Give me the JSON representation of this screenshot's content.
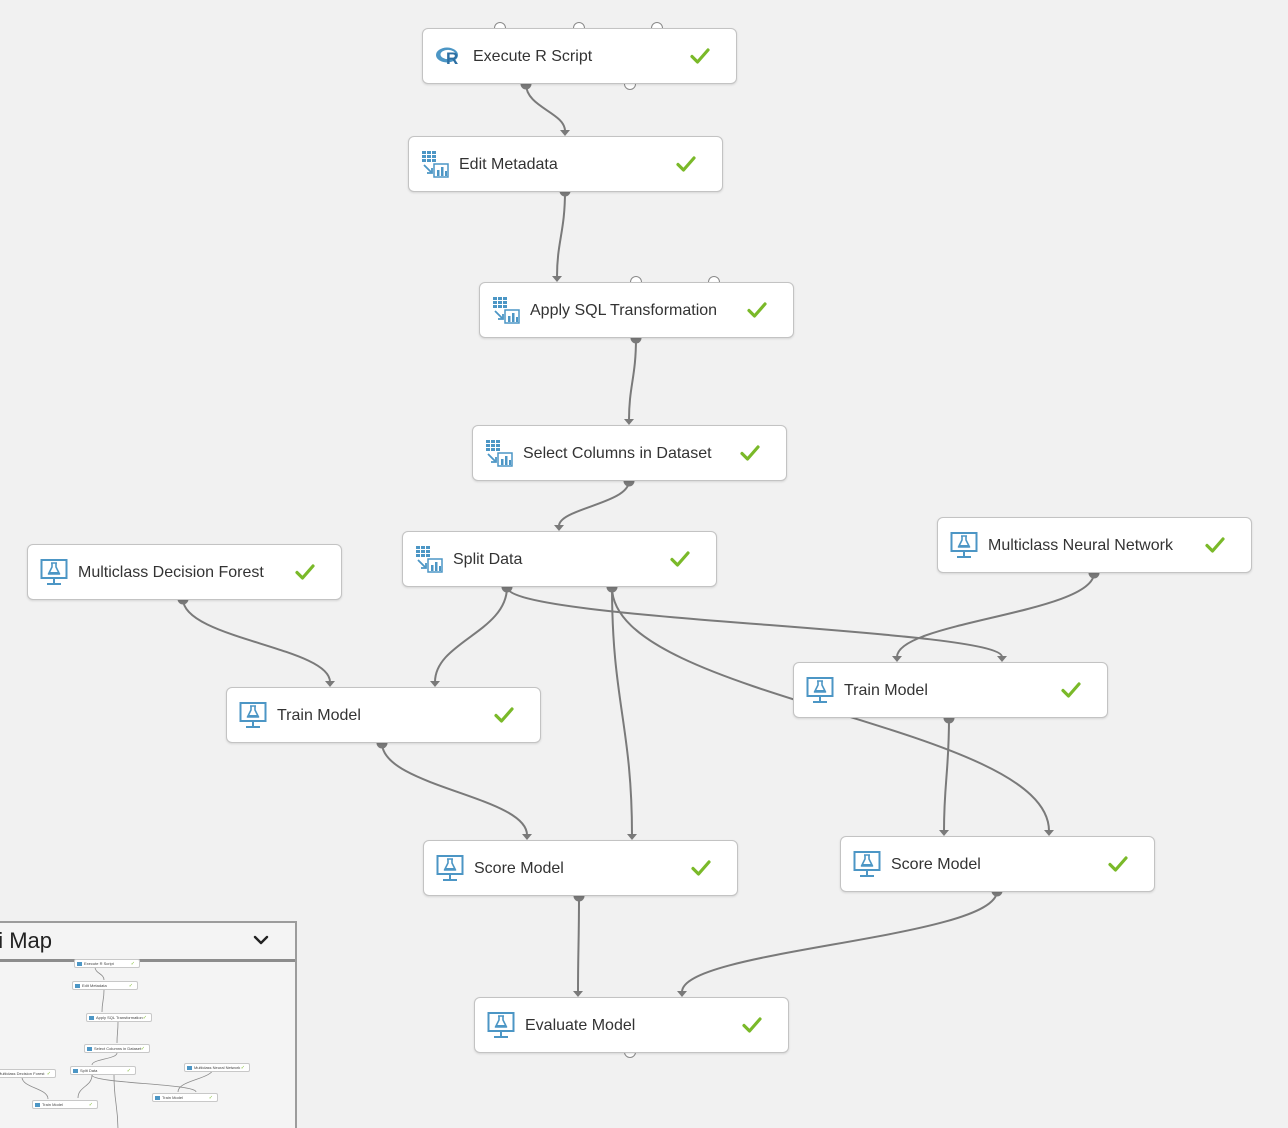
{
  "colors": {
    "accent_icon": "#4c96c5",
    "check": "#7ab929",
    "edge": "#7a7a7a",
    "canvas_bg": "#f1f1f1"
  },
  "modules": [
    {
      "id": "execute-r-script",
      "label": "Execute R Script",
      "icon": "r-logo-icon",
      "status": "completed"
    },
    {
      "id": "edit-metadata",
      "label": "Edit Metadata",
      "icon": "data-transform-icon",
      "status": "completed"
    },
    {
      "id": "apply-sql-transformation",
      "label": "Apply SQL Transformation",
      "icon": "data-transform-icon",
      "status": "completed"
    },
    {
      "id": "select-columns-in-dataset",
      "label": "Select Columns in Dataset",
      "icon": "data-transform-icon",
      "status": "completed"
    },
    {
      "id": "split-data",
      "label": "Split Data",
      "icon": "data-transform-icon",
      "status": "completed"
    },
    {
      "id": "multiclass-decision-forest",
      "label": "Multiclass Decision Forest",
      "icon": "ml-flask-icon",
      "status": "completed"
    },
    {
      "id": "multiclass-neural-network",
      "label": "Multiclass Neural Network",
      "icon": "ml-flask-icon",
      "status": "completed"
    },
    {
      "id": "train-model-1",
      "label": "Train Model",
      "icon": "ml-flask-icon",
      "status": "completed"
    },
    {
      "id": "train-model-2",
      "label": "Train Model",
      "icon": "ml-flask-icon",
      "status": "completed"
    },
    {
      "id": "score-model-1",
      "label": "Score Model",
      "icon": "ml-flask-icon",
      "status": "completed"
    },
    {
      "id": "score-model-2",
      "label": "Score Model",
      "icon": "ml-flask-icon",
      "status": "completed"
    },
    {
      "id": "evaluate-model",
      "label": "Evaluate Model",
      "icon": "ml-flask-icon",
      "status": "completed"
    }
  ],
  "minimap": {
    "title": "ni Map",
    "toggle_icon": "chevron-down-icon",
    "nodes": [
      {
        "label": "Execute R Script"
      },
      {
        "label": "Edit Metadata"
      },
      {
        "label": "Apply SQL Transformation"
      },
      {
        "label": "Select Columns in Dataset"
      },
      {
        "label": "Split Data"
      },
      {
        "label": "Multiclass Decision Forest"
      },
      {
        "label": "Multiclass Neural Network"
      },
      {
        "label": "Train Model"
      },
      {
        "label": "Train Model"
      }
    ]
  }
}
